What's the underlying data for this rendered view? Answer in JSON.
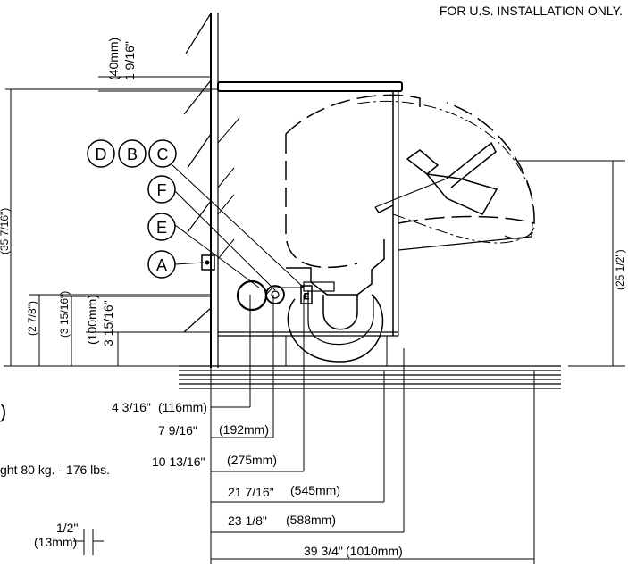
{
  "header_note": "FOR U.S. INSTALLATION ONLY.",
  "callouts": [
    "D",
    "B",
    "C",
    "F",
    "E",
    "A"
  ],
  "vertical_dims": {
    "top_frac": "1 9/16\"",
    "top_mm": "(40mm)",
    "left_tall": "(35 7/16\")",
    "left_small_a": "(2 7/8\")",
    "left_small_b": "(3 15/16\")",
    "mid_mm": "(100mm)",
    "mid_frac": "3 15/16\"",
    "right_tall": "(25 1/2\")"
  },
  "horizontal_dims": [
    {
      "frac": "4 3/16\"",
      "mm": "(116mm)"
    },
    {
      "frac": "7 9/16\"",
      "mm": "(192mm)"
    },
    {
      "frac": "10 13/16\"",
      "mm": "(275mm)"
    },
    {
      "frac": "21 7/16\"",
      "mm": "(545mm)"
    },
    {
      "frac": "23 1/8\"",
      "mm": "(588mm)"
    },
    {
      "frac": "39 3/4\"",
      "mm": "(1010mm)"
    }
  ],
  "weight_note": "ght 80 kg. - 176 lbs.",
  "small_dim": {
    "frac": "1/2\"",
    "mm": "(13mm)"
  },
  "cutoff_mark": ")"
}
